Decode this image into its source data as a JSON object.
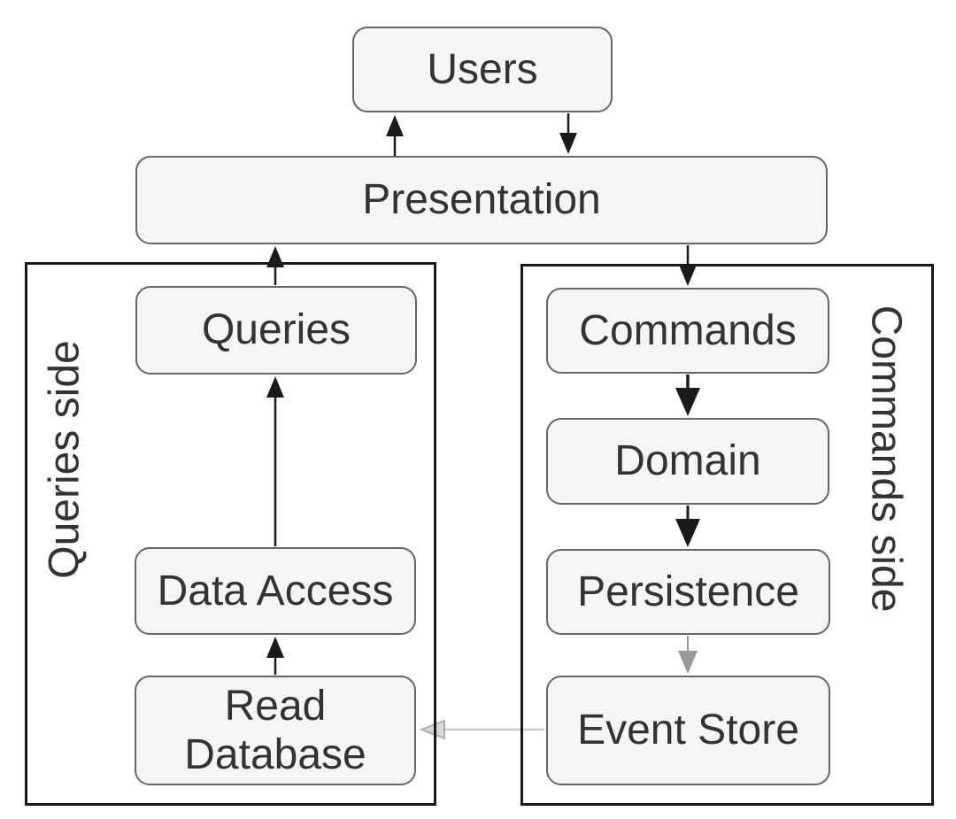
{
  "diagram": {
    "type": "flowchart",
    "description": "CQRS architecture diagram",
    "nodes": {
      "users": {
        "label": "Users"
      },
      "presentation": {
        "label": "Presentation"
      },
      "queries": {
        "label": "Queries"
      },
      "data_access": {
        "label": "Data Access"
      },
      "read_database": {
        "label": "Read Database"
      },
      "commands": {
        "label": "Commands"
      },
      "domain": {
        "label": "Domain"
      },
      "persistence": {
        "label": "Persistence"
      },
      "event_store": {
        "label": "Event Store"
      }
    },
    "groups": {
      "queries_side": {
        "label": "Queries side"
      },
      "commands_side": {
        "label": "Commands side"
      }
    },
    "edges": [
      {
        "from": "presentation",
        "to": "users",
        "direction": "up",
        "style": "solid-black"
      },
      {
        "from": "users",
        "to": "presentation",
        "direction": "down",
        "style": "solid-black"
      },
      {
        "from": "queries",
        "to": "presentation",
        "direction": "up",
        "style": "solid-black"
      },
      {
        "from": "presentation",
        "to": "commands",
        "direction": "down",
        "style": "solid-black"
      },
      {
        "from": "data_access",
        "to": "queries",
        "direction": "up",
        "style": "solid-black"
      },
      {
        "from": "read_database",
        "to": "data_access",
        "direction": "up",
        "style": "solid-black"
      },
      {
        "from": "commands",
        "to": "domain",
        "direction": "down",
        "style": "solid-black-bold"
      },
      {
        "from": "domain",
        "to": "persistence",
        "direction": "down",
        "style": "solid-black-bold"
      },
      {
        "from": "persistence",
        "to": "event_store",
        "direction": "down",
        "style": "gray"
      },
      {
        "from": "event_store",
        "to": "read_database",
        "direction": "left",
        "style": "light-gray"
      }
    ],
    "colors": {
      "background": "#ffffff",
      "node_fill": "#f5f5f5",
      "node_border": "#666666",
      "group_border": "#1a1a1a",
      "text": "#333333",
      "arrow_black": "#1a1a1a",
      "arrow_gray": "#999999",
      "arrow_light_gray": "#cccccc"
    }
  }
}
